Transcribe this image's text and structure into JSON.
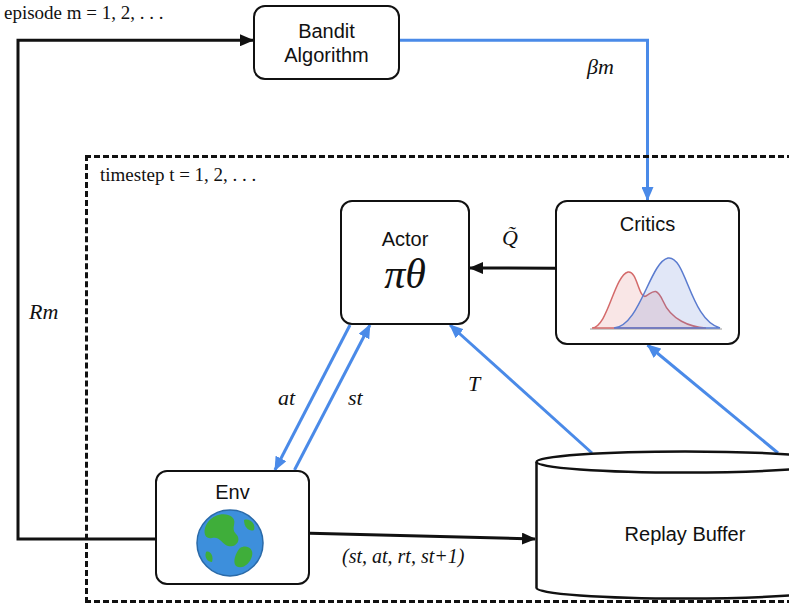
{
  "diagram": {
    "nodes": [
      {
        "text": [
          "Bandit Algorithm"
        ]
      },
      {
        "text": [
          "timestep t = 1, 2, . . ."
        ]
      },
      {
        "text": [
          "Actor",
          "πθ"
        ],
        "in": 1
      },
      {
        "text": [
          "Critics"
        ],
        "in": 1
      },
      {
        "text": [
          "Env"
        ],
        "in": 1
      },
      {
        "text": [
          "Replay Buffer"
        ],
        "in": 1
      }
    ],
    "edges": [
      {
        "from": 0,
        "to": 3,
        "label": "βm",
        "arrow": "to"
      },
      {
        "from": 4,
        "to": 0,
        "label": "Rm",
        "arrow": "to"
      },
      {
        "from": 3,
        "to": 2,
        "label": "Q̃",
        "arrow": "to"
      },
      {
        "from": 2,
        "to": 4,
        "label": "at",
        "arrow": "to"
      },
      {
        "from": 4,
        "to": 2,
        "label": "st",
        "arrow": "to"
      },
      {
        "from": 4,
        "to": 5,
        "label": "(st, at, rt, st+1)",
        "arrow": "to"
      },
      {
        "from": 5,
        "to": 2,
        "label": "T",
        "arrow": "to"
      },
      {
        "from": 5,
        "to": 3,
        "arrow": "to"
      }
    ],
    "labels": [
      "episode m = 1, 2, . . ."
    ]
  }
}
